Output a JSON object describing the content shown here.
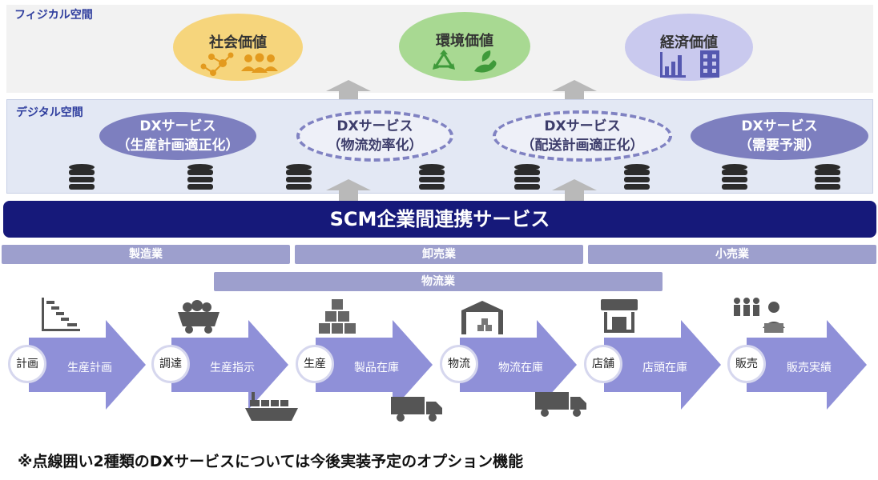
{
  "physical_space": {
    "label": "フィジカル空間",
    "values": [
      {
        "title": "社会価値",
        "color": "#f6d57c"
      },
      {
        "title": "環境価値",
        "color": "#a8d992"
      },
      {
        "title": "経済価値",
        "color": "#c9c9ee"
      }
    ]
  },
  "digital_space": {
    "label": "デジタル空間",
    "services": [
      {
        "line1": "DXサービス",
        "line2": "（生産計画適正化）",
        "style": "solid"
      },
      {
        "line1": "DXサービス",
        "line2": "（物流効率化）",
        "style": "dashed"
      },
      {
        "line1": "DXサービス",
        "line2": "（配送計画適正化）",
        "style": "dashed"
      },
      {
        "line1": "DXサービス",
        "line2": "（需要予測）",
        "style": "solid"
      }
    ]
  },
  "scm_service": "SCM企業間連携サービス",
  "industries": [
    "製造業",
    "卸売業",
    "小売業"
  ],
  "logistics_industry": "物流業",
  "process_steps": [
    {
      "circle": "計画",
      "label": "生産計画",
      "icon": "gantt-chart-icon"
    },
    {
      "circle": "調達",
      "label": "生産指示",
      "icon": "mine-cart-icon"
    },
    {
      "circle": "生産",
      "label": "製品在庫",
      "icon": "boxes-icon"
    },
    {
      "circle": "物流",
      "label": "物流在庫",
      "icon": "warehouse-icon"
    },
    {
      "circle": "店舗",
      "label": "店頭在庫",
      "icon": "store-icon"
    },
    {
      "circle": "販売",
      "label": "販売実績",
      "icon": "customers-icon"
    }
  ],
  "footnote": "※点線囲い2種類のDXサービスについては今後実装予定のオプション機能",
  "colors": {
    "navy": "#16197a",
    "arrow": "#8f90d8",
    "industry_bar": "#9d9fcd",
    "service_solid": "#7d7fbf"
  }
}
